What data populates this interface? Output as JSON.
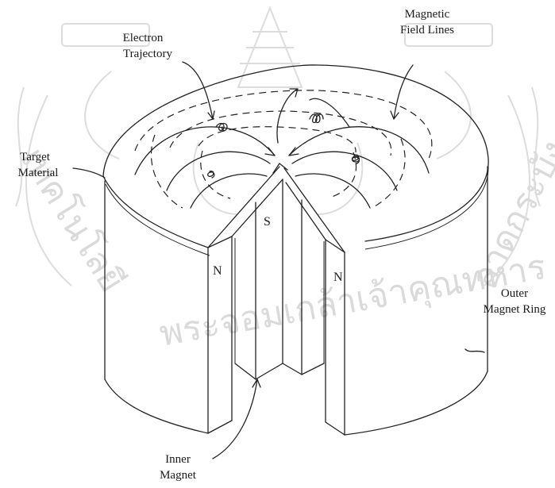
{
  "labels": {
    "electron_trajectory": [
      "Electron",
      "Trajectory"
    ],
    "magnetic_field_lines": [
      "Magnetic",
      "Field Lines"
    ],
    "target_material": [
      "Target",
      "Material"
    ],
    "outer_magnet_ring": [
      "Outer",
      "Magnet Ring"
    ],
    "inner_magnet": [
      "Inner",
      "Magnet"
    ]
  },
  "poles": {
    "left_north": "N",
    "inner_south": "S",
    "right_north": "N"
  },
  "watermark": {
    "text": "พระจอมเกล้าเจ้าคุณทหาร",
    "left_text": "เทคโนโลยี",
    "right_text": "ลาดกระบัง"
  }
}
